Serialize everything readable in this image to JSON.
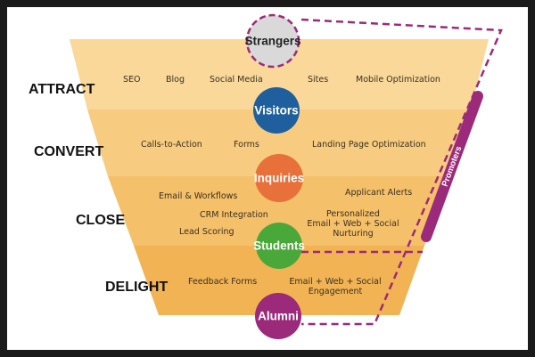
{
  "stages": [
    {
      "id": "attract",
      "label": "ATTRACT"
    },
    {
      "id": "convert",
      "label": "CONVERT"
    },
    {
      "id": "close",
      "label": "CLOSE"
    },
    {
      "id": "delight",
      "label": "DELIGHT"
    }
  ],
  "tactics": {
    "attract": [
      "SEO",
      "Blog",
      "Social Media",
      "Sites",
      "Mobile Optimization"
    ],
    "convert": [
      "Calls-to-Action",
      "Forms",
      "Landing Page Optimization"
    ],
    "close": [
      "Email & Workflows",
      "CRM Integration",
      "Lead Scoring",
      "Applicant Alerts",
      "Personalized",
      "Email + Web + Social",
      "Nurturing"
    ],
    "delight": [
      "Feedback Forms",
      "Email + Web + Social",
      "Engagement"
    ]
  },
  "circles": [
    {
      "id": "strangers",
      "label": "Strangers",
      "color": "#d9d9d9"
    },
    {
      "id": "visitors",
      "label": "Visitors",
      "color": "#1f5f9e"
    },
    {
      "id": "inquiries",
      "label": "Inquiries",
      "color": "#e8703a"
    },
    {
      "id": "students",
      "label": "Students",
      "color": "#4aa83a"
    },
    {
      "id": "alumni",
      "label": "Alumni",
      "color": "#9c2a7a"
    }
  ],
  "promoters": {
    "label": "Promoters",
    "color": "#9c2a7a"
  },
  "colors": {
    "band_attract": "#f9d89a",
    "band_convert": "#f7cc80",
    "band_close": "#f5c06a",
    "band_delight": "#f2b354",
    "dash": "#9c2a7a"
  }
}
